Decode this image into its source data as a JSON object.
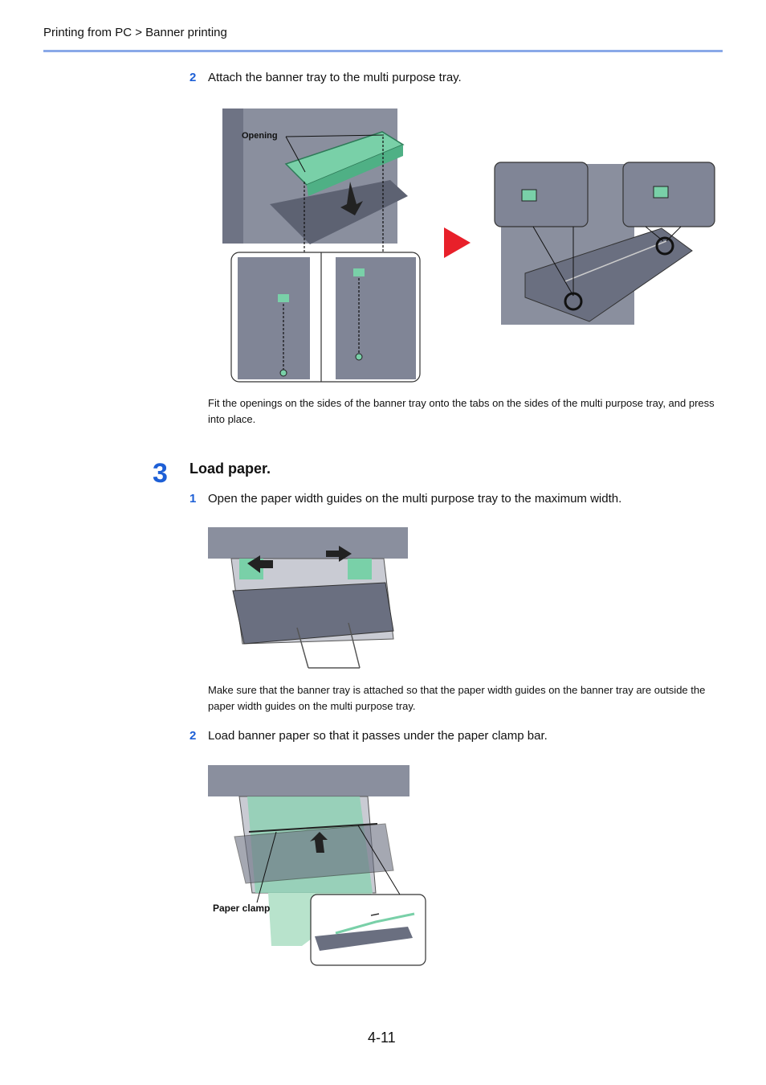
{
  "header": {
    "breadcrumb": "Printing from PC > Banner printing"
  },
  "step2a": {
    "num": "2",
    "text": "Attach the banner tray to the multi purpose tray.",
    "callout": "Opening",
    "note": "Fit the openings on the sides of the banner tray onto the tabs on the sides of the multi purpose tray, and press into place."
  },
  "section3": {
    "num": "3",
    "heading": "Load paper.",
    "sub1": {
      "num": "1",
      "text": "Open the paper width guides on the multi purpose tray to the maximum width.",
      "note": "Make sure that the banner tray is attached so that the paper width guides on the banner tray are outside the paper width guides on the multi purpose tray."
    },
    "sub2": {
      "num": "2",
      "text": "Load banner paper so that it passes under the paper clamp bar.",
      "callout": "Paper clamp"
    }
  },
  "footer": {
    "page_number": "4-11"
  },
  "colors": {
    "accent": "#1d5fd6",
    "rule": "#8aa9e8",
    "arrow": "#e8202a",
    "tray": "#6e7384",
    "green": "#6ec9a0"
  }
}
